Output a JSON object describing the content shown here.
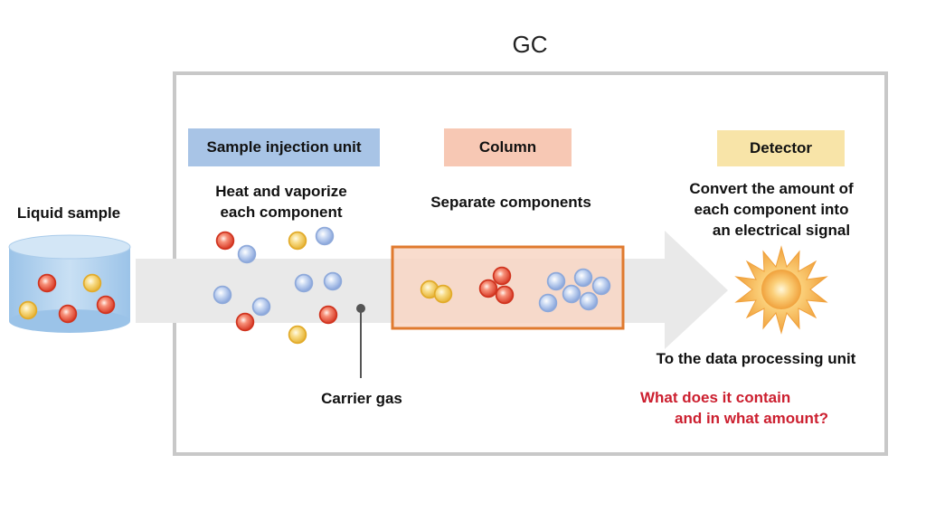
{
  "title": "GC",
  "liquid_sample": "Liquid sample",
  "injection": {
    "label": "Sample injection unit",
    "description_line1": "Heat and vaporize",
    "description_line2": "each component"
  },
  "column": {
    "label": "Column",
    "description": "Separate components"
  },
  "detector": {
    "label": "Detector",
    "description_line1": "Convert the amount of",
    "description_line2": "each component into",
    "description_line3": "an electrical signal"
  },
  "carrier_gas": "Carrier gas",
  "data_processing": "To the data processing unit",
  "question_line1": "What does it contain",
  "question_line2": "and in what amount?",
  "colors": {
    "red_molecule": "#e5503a",
    "yellow_molecule": "#f0c34a",
    "blue_molecule": "#9fb7e3",
    "column_border": "#e07a2e",
    "question_text": "#cc1f2f",
    "frame": "#c8c8c8",
    "flow_arrow": "#e9e9e9"
  }
}
